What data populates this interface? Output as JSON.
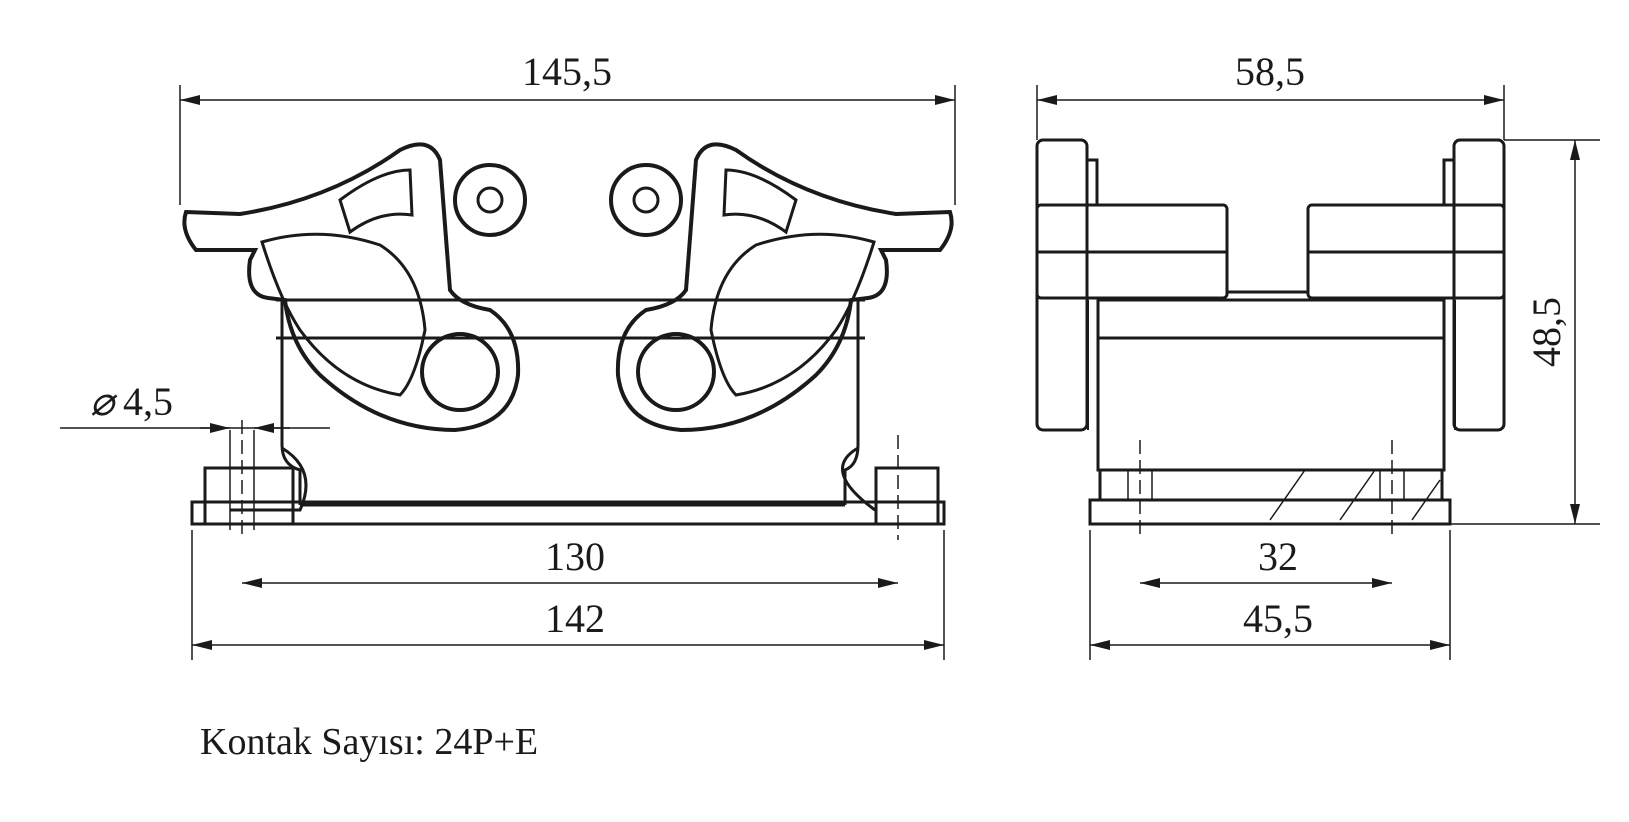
{
  "front_view": {
    "overall_width": "145,5",
    "hole_diameter": "4,5",
    "hole_pitch": "130",
    "base_width": "142"
  },
  "side_view": {
    "overall_width": "58,5",
    "height": "48,5",
    "hole_pitch": "32",
    "base_width": "45,5"
  },
  "caption": {
    "label": "Kontak Sayısı:",
    "value": "24P+E"
  }
}
